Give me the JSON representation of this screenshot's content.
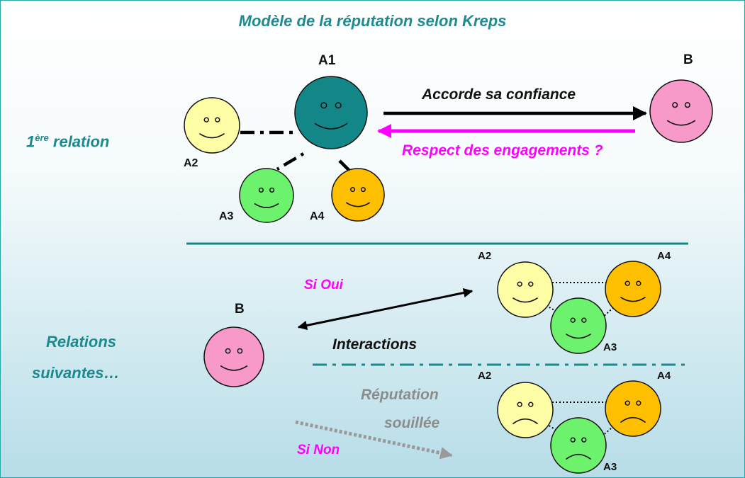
{
  "title": "Modèle de la réputation selon Kreps",
  "sections": {
    "first": {
      "label": "1",
      "sup": "ère",
      "rest": " relation"
    },
    "following": {
      "line1": "Relations",
      "line2": "suivantes…"
    }
  },
  "agents": {
    "a1": "A1",
    "b_top": "B",
    "a2": "A2",
    "a3": "A3",
    "a4": "A4",
    "b_bottom": "B",
    "oui_a2": "A2",
    "oui_a3": "A3",
    "oui_a4": "A4",
    "non_a2": "A2",
    "non_a3": "A3",
    "non_a4": "A4"
  },
  "arrows": {
    "trust": "Accorde sa confiance",
    "respect": "Respect des engagements ?",
    "oui": "Si Oui",
    "interactions": "Interactions",
    "reputation_l1": "Réputation",
    "reputation_l2": "souillée",
    "non": "Si Non"
  },
  "colors": {
    "teal": "#138787",
    "pink": "#f799c9",
    "light_yellow": "#fdfda6",
    "green": "#6cf26c",
    "orange": "#fdbf00",
    "magenta": "#ff00ff",
    "grey_text": "#8c8c8c",
    "section_text": "#1b8a8d"
  }
}
